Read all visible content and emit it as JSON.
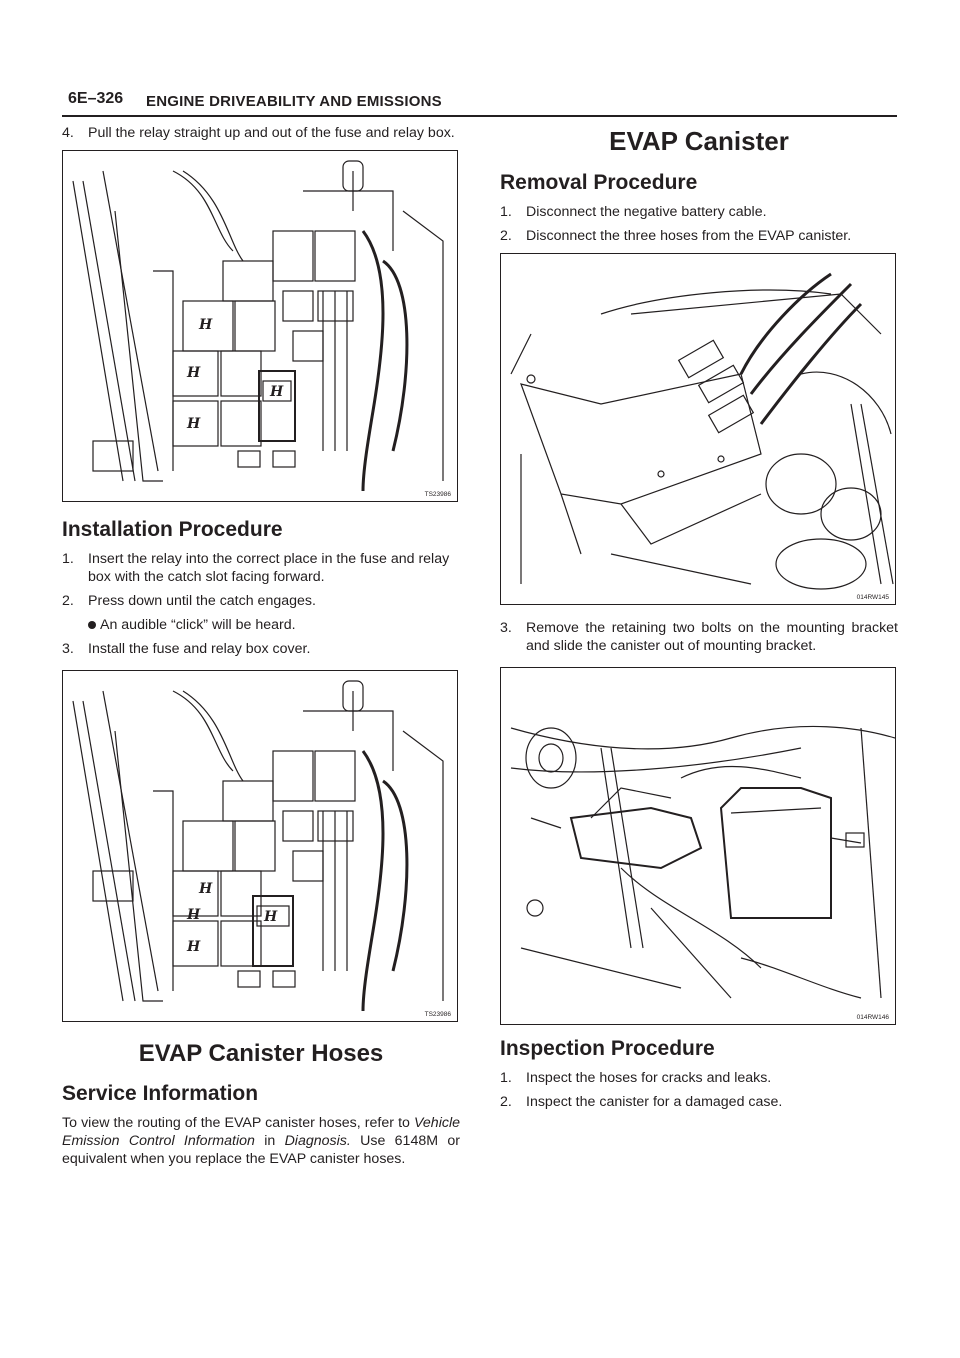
{
  "header": {
    "page_number": "6E–326",
    "section_title": "ENGINE DRIVEABILITY AND EMISSIONS"
  },
  "left": {
    "step4": {
      "num": "4.",
      "text": "Pull the relay straight up and out of the fuse and relay box."
    },
    "figure1_id": "TS23986",
    "installation": {
      "heading": "Installation Procedure",
      "steps": [
        {
          "num": "1.",
          "text": "Insert the relay into the correct place in the fuse and relay box with the catch slot facing forward."
        },
        {
          "num": "2.",
          "text": "Press down until the catch engages."
        }
      ],
      "bullet": "An audible “click” will be heard.",
      "step3": {
        "num": "3.",
        "text": "Install the fuse and relay box cover."
      }
    },
    "figure2_id": "TS23986",
    "hoses_title": "EVAP Canister Hoses",
    "service": {
      "heading": "Service Information",
      "text_a": "To view the routing of the EVAP canister hoses, refer to ",
      "italic_1": "Vehicle Emission Control Information",
      "text_b": " in ",
      "italic_2": "Diagnosis.",
      "text_c": " Use 6148M or equivalent when you replace the EVAP canister hoses."
    }
  },
  "right": {
    "canister_title": "EVAP Canister",
    "removal": {
      "heading": "Removal Procedure",
      "steps": [
        {
          "num": "1.",
          "text": "Disconnect the negative battery cable."
        },
        {
          "num": "2.",
          "text": "Disconnect the three hoses from the EVAP canister."
        }
      ]
    },
    "figure3_id": "014RW145",
    "step3": {
      "num": "3.",
      "text": "Remove the retaining two bolts on the mounting bracket and slide the canister out of mounting bracket."
    },
    "figure4_id": "014RW146",
    "inspection": {
      "heading": "Inspection Procedure",
      "steps": [
        {
          "num": "1.",
          "text": "Inspect the hoses for cracks and leaks."
        },
        {
          "num": "2.",
          "text": "Inspect the canister for a damaged case."
        }
      ]
    }
  },
  "relay_marking": "H"
}
